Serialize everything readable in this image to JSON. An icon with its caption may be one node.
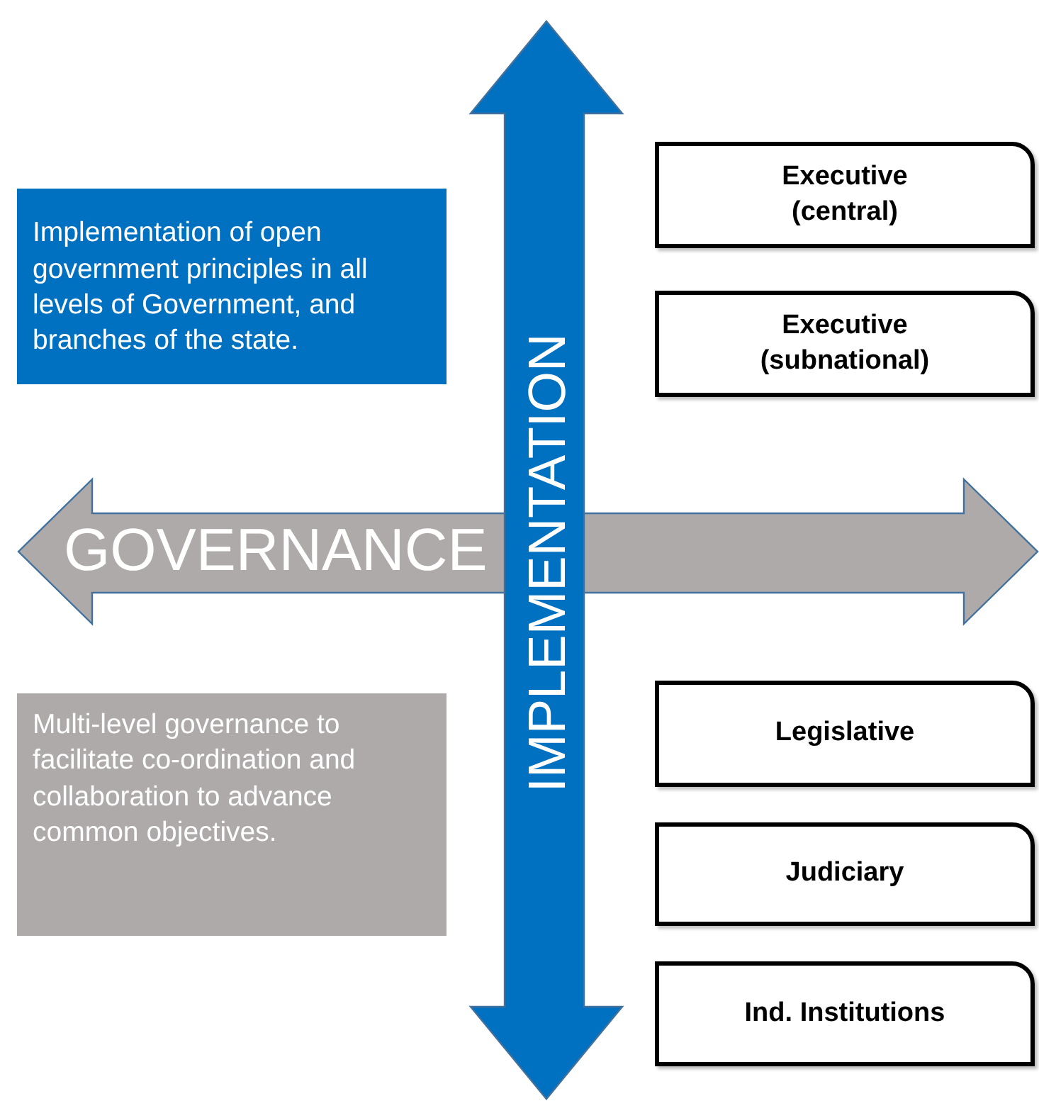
{
  "diagram": {
    "nodes": [
      {
        "text": [
          "Implementation of open government principles in all levels of Government, and branches of the state."
        ]
      },
      {
        "text": [
          "Executive (central)"
        ]
      },
      {
        "text": [
          "Executive (subnational)"
        ]
      },
      {
        "text": [
          "Multi-level governance to facilitate co-ordination and collaboration to advance common objectives."
        ]
      },
      {
        "text": [
          "Legislative"
        ]
      },
      {
        "text": [
          "Judiciary"
        ]
      },
      {
        "text": [
          "Ind. Institutions"
        ]
      }
    ],
    "labels": [
      "IMPLEMENTATION",
      "GOVERNANCE"
    ]
  }
}
